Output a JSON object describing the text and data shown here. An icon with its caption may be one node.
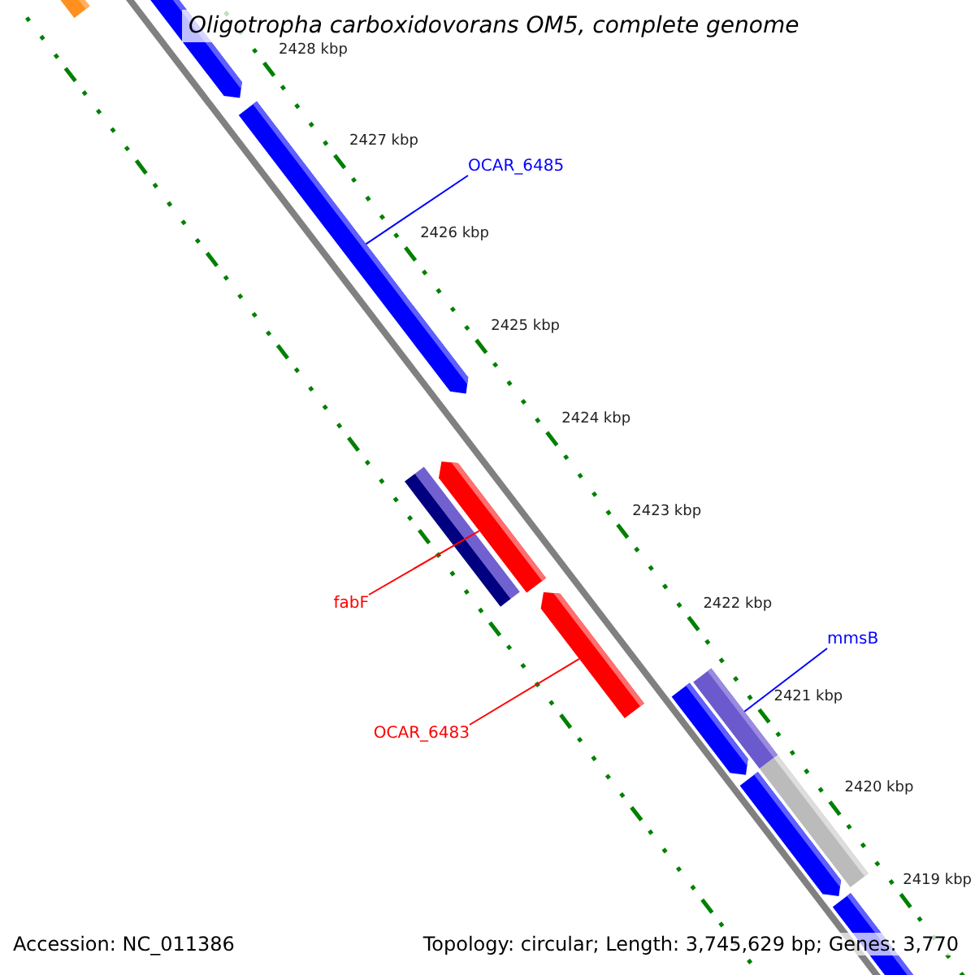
{
  "diagram": {
    "title": "Oligotropha carboxidovorans OM5, complete genome",
    "nodes": [
      {
        "text": [
          "OCAR_6485"
        ]
      },
      {
        "text": [],
        "shape": "arrow"
      },
      {
        "text": [
          "fabF"
        ]
      },
      {
        "text": [],
        "shape": "arrow"
      },
      {
        "text": [
          "mmsB"
        ]
      },
      {
        "text": [],
        "shape": "bar"
      },
      {
        "text": [
          "OCAR_6483"
        ]
      },
      {
        "text": [],
        "shape": "arrow"
      }
    ],
    "edges": [
      {
        "from": 0,
        "to": 1,
        "arrow": "none",
        "color": "#0000ff"
      },
      {
        "from": 2,
        "to": 3,
        "arrow": "none",
        "color": "#ff0000"
      },
      {
        "from": 4,
        "to": 5,
        "arrow": "none",
        "color": "#0000ff"
      },
      {
        "from": 6,
        "to": 7,
        "arrow": "none",
        "color": "#ff0000"
      }
    ],
    "labels": [
      "2428 kbp",
      "2427 kbp",
      "2426 kbp",
      "2425 kbp",
      "2424 kbp",
      "2423 kbp",
      "2422 kbp",
      "2421 kbp",
      "2420 kbp",
      "2419 kbp",
      "Accession: NC_011386",
      "Topology: circular; Length: 3,745,629 bp; Genes: 3,770"
    ]
  }
}
